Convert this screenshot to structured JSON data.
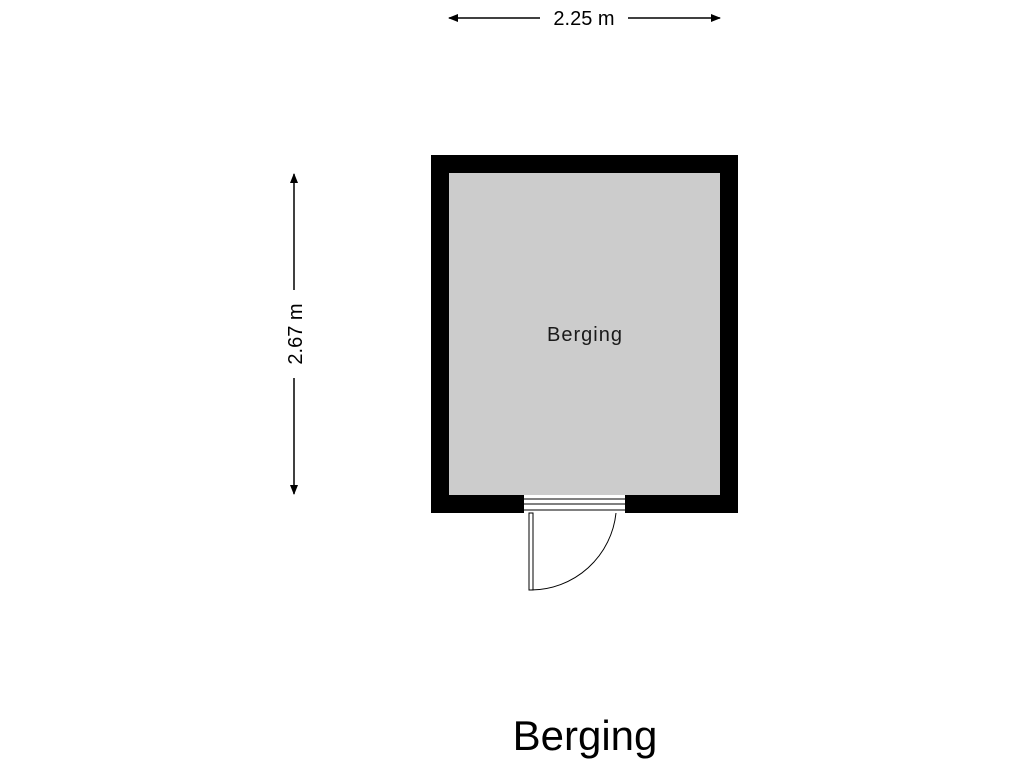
{
  "plan": {
    "title": "Berging",
    "room_label": "Berging",
    "width_label": "2.25 m",
    "height_label": "2.67 m",
    "colors": {
      "wall": "#000000",
      "floor": "#cccccc",
      "background": "#ffffff",
      "line": "#000000"
    }
  }
}
